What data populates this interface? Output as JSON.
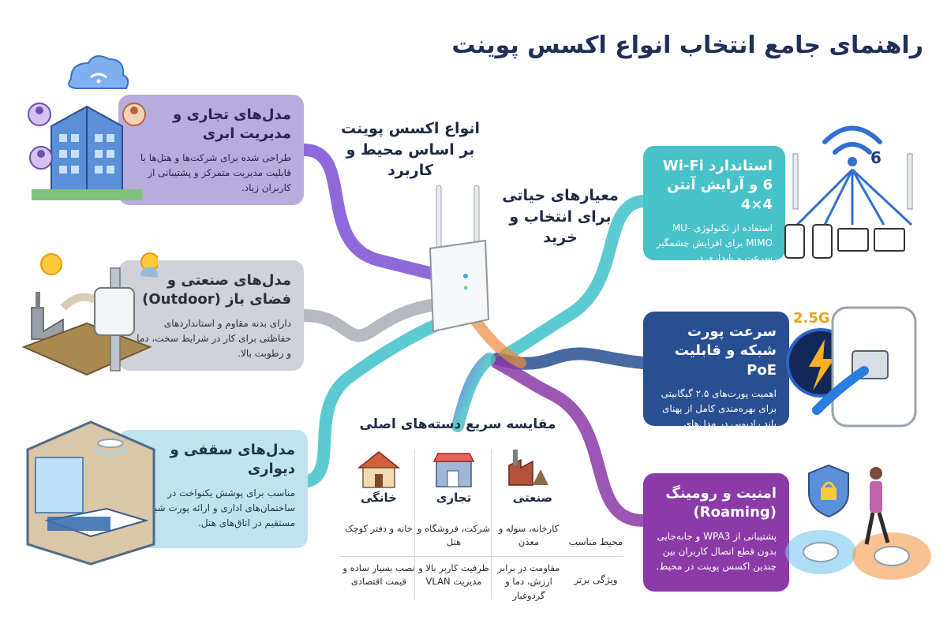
{
  "title": "راهنمای جامع انتخاب انواع اکسس پوینت",
  "hub": {
    "types_label": "انواع اکسس پوینت بر اساس محیط و کاربرد",
    "criteria_label": "معیارهای حیاتی برای انتخاب و خرید"
  },
  "cards": {
    "commercial": {
      "heading": "مدل‌های تجاری و مدیریت ابری",
      "body": "طراحی شده برای شرکت‌ها و هتل‌ها با قابلیت مدیریت متمرکز و پشتیبانی از کاربران زیاد."
    },
    "industrial": {
      "heading": "مدل‌های صنعتی و فضای باز (Outdoor)",
      "body": "دارای بدنه مقاوم و استانداردهای حفاظتی برای کار در شرایط سخت، دما و رطوبت بالا."
    },
    "ceiling": {
      "heading": "مدل‌های سقفی و دیواری",
      "body": "مناسب برای پوشش یکنواخت در ساختمان‌های اداری و ارائه پورت شبکه مستقیم در اتاق‌های هتل."
    },
    "wifi6": {
      "heading": "استاندارد Wi-Fi 6 و آرایش آنتن 4×4",
      "body": "استفاده از تکنولوژی MU-MIMO برای افزایش چشمگیر سرعت و پایداری در محیط‌های شلوغ."
    },
    "port": {
      "heading": "سرعت پورت شبکه و قابلیت PoE",
      "body": "اهمیت پورت‌های ۲.۵ گیگابیتی برای بهره‌مندی کامل از پهنای باند رادیویی در مدل‌های پیشرفته."
    },
    "security": {
      "heading": "امنیت و رومینگ (Roaming)",
      "body": "پشتیبانی از WPA3 و جابه‌جایی بدون قطع اتصال کاربران بین چندین اکسس پوینت در محیط."
    }
  },
  "badges": {
    "wifi_number": "6",
    "port_speed": "2.5G"
  },
  "comparison": {
    "title": "مقایسه سریع دسته‌های اصلی",
    "columns": [
      "صنعتی",
      "تجاری",
      "خانگی"
    ],
    "rows": [
      {
        "label": "محیط مناسب",
        "values": [
          "کارخانه، سوله و معدن",
          "شرکت، فروشگاه و هتل",
          "خانه و دفتر کوچک"
        ]
      },
      {
        "label": "ویژگی برتر",
        "values": [
          "مقاومت در برابر ارزش، دما و گردوغبار",
          "ظرفیت کاربر بالا و مدیریت VLAN",
          "نصب بسیار ساده و قیمت اقتصادی"
        ]
      }
    ]
  },
  "icons": {
    "cloud": "cloud-icon",
    "wifi": "wifi-icon",
    "user": "user-avatar-icon",
    "building": "office-building-icon",
    "sun": "sun-icon",
    "rain": "rain-cloud-icon",
    "factory": "factory-icon",
    "bed": "bed-icon",
    "lock": "lock-shield-icon",
    "ethernet": "ethernet-cable-icon",
    "lightning": "lightning-icon",
    "house": "house-icon",
    "shop": "shop-icon",
    "phone": "phone-icon",
    "laptop": "laptop-icon"
  },
  "colors": {
    "commercial": "#b7acdc",
    "industrial": "#cfd3d8",
    "ceiling": "#bfe3ef",
    "wifi6": "#47c2c9",
    "port": "#284f92",
    "security": "#8b3aa8",
    "title": "#1f2f5a",
    "line_purple": "#7b4fd3",
    "line_teal": "#3fc2c9",
    "line_orange": "#f08a3c"
  }
}
